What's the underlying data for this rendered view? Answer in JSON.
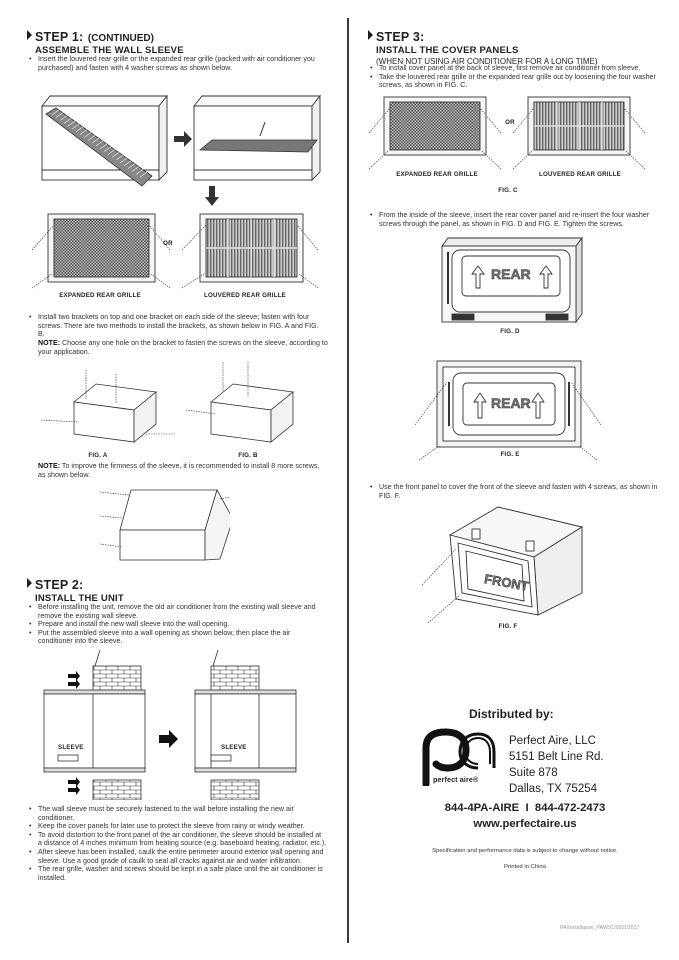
{
  "step1": {
    "number": "STEP 1:",
    "continued": "(CONTINUED)",
    "title": "ASSEMBLE THE WALL SLEEVE",
    "bullets_a": [
      "Insert the louvered rear grille or the expanded rear grille (packed with air conditioner you purchased) and fasten with 4 washer screws as shown below."
    ],
    "grille_or": "OR",
    "expanded_label": "EXPANDED REAR GRILLE",
    "louvered_label": "LOUVERED REAR GRILLE",
    "bullets_b": [
      "Install two brackets on top and one bracket on each side of the sleeve; fasten with four screws. There are two methods to install the brackets, as shown below in FIG. A and FIG. B."
    ],
    "note1_label": "NOTE:",
    "note1_text": " Choose any one hole on the bracket to fasten the screws on the sleeve, according to your application.",
    "fig_a": "FIG. A",
    "fig_b": "FIG. B",
    "note2_label": "NOTE:",
    "note2_text": " To improve the firmness of the sleeve, it is recommended to install 8 more screws, as shown below."
  },
  "step2": {
    "number": "STEP 2:",
    "title": "INSTALL THE UNIT",
    "bullets_a": [
      "Before installing the unit, remove the old air conditioner from the existing wall sleeve and remove the existing wall sleeve.",
      "Prepare and install the new wall sleeve into the wall opening.",
      "Put the assembled sleeve into a wall opening as shown below, then place the air conditioner into the sleeve."
    ],
    "sleeve_label": "SLEEVE",
    "bullets_b": [
      "The wall sleeve must be securely fastened to the wall before installing the new air conditioner.",
      "Keep the cover panels for later use to protect the sleeve from rainy or windy weather.",
      "To avoid distortion to the front panel of the air conditioner, the sleeve should be installed at a distance of 4 inches minimum from heating source (e.g. baseboard heating, radiator, etc.).",
      "After sleeve has been installed, caulk the entire perimeter around exterior wall opening and sleeve. Use a good grade of caulk to seal all cracks against air and water infiltration.",
      "The rear grille, washer and screws should be kept in a safe place until the air conditioner is installed."
    ]
  },
  "step3": {
    "number": "STEP 3:",
    "title": "INSTALL THE COVER PANELS",
    "subtitle": "(WHEN NOT USING AIR CONDITIONER FOR A LONG TIME)",
    "bullets_a": [
      "To install cover panel at the back of sleeve, first remove air conditioner from sleeve.",
      "Take the louvered rear grille or the expanded rear grille out by loosening the four washer screws, as shown in FIG. C."
    ],
    "grille_or": "OR",
    "expanded_label": "EXPANDED REAR GRILLE",
    "louvered_label": "LOUVERED REAR GRILLE",
    "fig_c": "FIG. C",
    "bullets_b": [
      "From the inside of the sleeve, insert the rear cover panel and re-insert the four washer screws through the panel, as shown in FIG. D and FIG. E. Tighten the screws."
    ],
    "rear_label": "REAR",
    "fig_d": "FIG. D",
    "fig_e": "FIG. E",
    "bullets_c": [
      "Use the front panel to cover the front of the sleeve and fasten with 4 screws, as shown in FIG. F."
    ],
    "front_label": "FRONT",
    "fig_f": "FIG. F"
  },
  "distributor": {
    "heading": "Distributed by:",
    "logo_text": "perfect aire®",
    "address_lines": [
      "Perfect Aire, LLC",
      "5151 Belt Line Rd.",
      "Suite 878",
      "Dallas, TX 75254"
    ],
    "phone": "844-4PA-AIRE  I  844-472-2473",
    "website": "www.perfectaire.us",
    "spec_notice": "Specification and performance data is subject to change without notice.",
    "printed": "Printed in China",
    "doc_id": "PA/Installation_PAWS1/09202017"
  }
}
